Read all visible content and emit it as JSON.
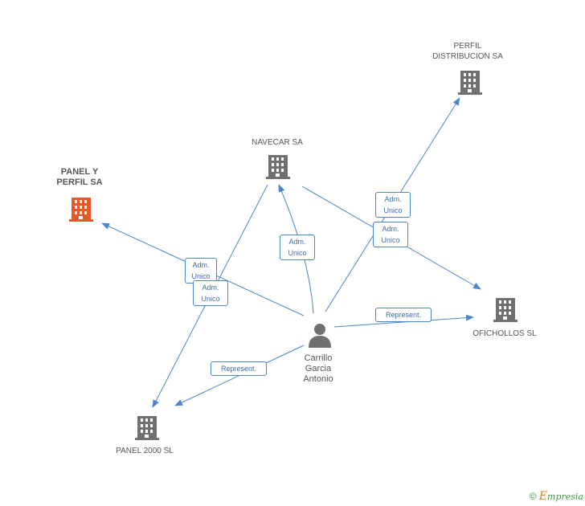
{
  "colors": {
    "edge": "#4a86c8",
    "company": "#707070",
    "main_company": "#e8572a",
    "person": "#707070"
  },
  "nodes": {
    "panel_y_perfil": {
      "label_line1": "PANEL Y",
      "label_line2": "PERFIL SA",
      "icon": "building-icon"
    },
    "navecar": {
      "label": "NAVECAR SA",
      "icon": "building-icon"
    },
    "perfil_distribucion": {
      "label_line1": "PERFIL",
      "label_line2": "DISTRIBUCION SA",
      "icon": "building-icon"
    },
    "ofichollos": {
      "label": "OFICHOLLOS  SL",
      "icon": "building-icon"
    },
    "panel_2000": {
      "label": "PANEL 2000 SL",
      "icon": "building-icon"
    },
    "person": {
      "label_line1": "Carrillo",
      "label_line2": "Garcia",
      "label_line3": "Antonio",
      "icon": "person-icon"
    }
  },
  "edges": {
    "adm1": {
      "line1": "Adm.",
      "line2": "Unico"
    },
    "adm2": {
      "line1": "Adm.",
      "line2": "Unico"
    },
    "adm3": {
      "line1": "Adm.",
      "line2": "Unico"
    },
    "adm4": {
      "line1": "Adm.",
      "line2": "Unico"
    },
    "adm5": {
      "line1": "Adm.",
      "line2": "Unico"
    },
    "rep1": {
      "label": "Represent."
    },
    "rep2": {
      "label": "Represent."
    }
  },
  "footer": {
    "copyright": "©",
    "brand_initial": "E",
    "brand_rest": "mpresia"
  }
}
